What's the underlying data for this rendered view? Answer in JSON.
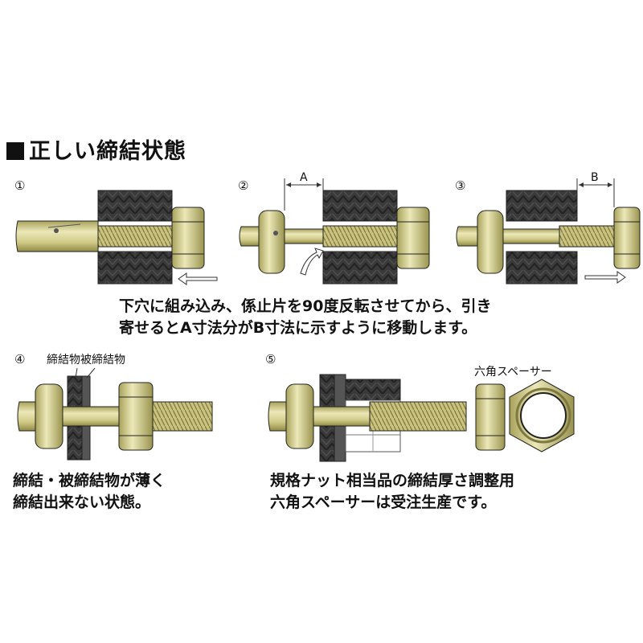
{
  "title": "正しい締結状態",
  "steps": [
    "①",
    "②",
    "③",
    "④",
    "⑤"
  ],
  "dims": {
    "a": "A",
    "b": "B"
  },
  "caption_main": [
    "下穴に組み込み、係止片を90度反転させてから、引き",
    "寄せるとA寸法分がB寸法に示すように移動します。"
  ],
  "label_member": "締結物被締結物",
  "label_spacer": "六角スペーサー",
  "caption_4": [
    "締結・被締結物が薄く",
    "締結出来ない状態。"
  ],
  "caption_5": [
    "規格ナット相当品の締結厚さ調整用",
    "六角スペーサーは受注生産です。"
  ],
  "colors": {
    "metal": "#d4cf8a",
    "metal_dark": "#a8a25a",
    "block": "#3a3a3a",
    "outline": "#222222"
  }
}
